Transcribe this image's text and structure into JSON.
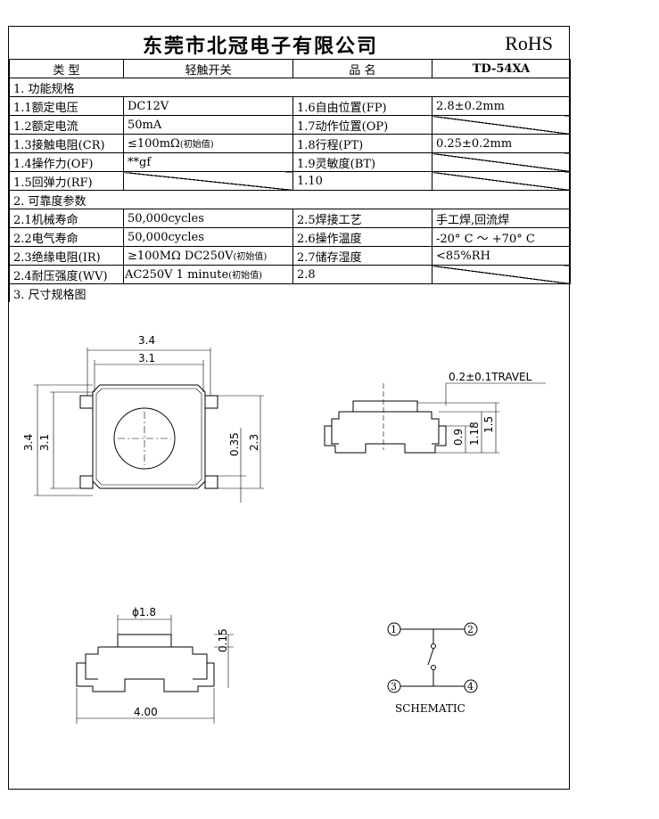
{
  "header": {
    "company": "东莞市北冠电子有限公司",
    "rohs": "RoHS"
  },
  "type_row": {
    "type_label": "类  型",
    "type_value": "轻触开关",
    "name_label": "品  名",
    "name_value": "TD-54XA"
  },
  "sections": {
    "s1": "1. 功能规格",
    "s2": "2. 可靠度参数",
    "s3": "3. 尺寸规格图"
  },
  "spec_rows": [
    {
      "l_label": "1.1额定电压",
      "l_value": "DC12V",
      "r_label": "1.6自由位置(FP)",
      "r_value": "2.8±0.2mm"
    },
    {
      "l_label": "1.2额定电流",
      "l_value": "50mA",
      "r_label": "1.7动作位置(OP)",
      "r_value": ""
    },
    {
      "l_label": "1.3接触电阻(CR)",
      "l_value": "≤100mΩ",
      "l_note": "(初始值)",
      "r_label": "1.8行程(PT)",
      "r_value": "0.25±0.2mm"
    },
    {
      "l_label": "1.4操作力(OF)",
      "l_value": "**gf",
      "r_label": "1.9灵敏度(BT)",
      "r_value": ""
    },
    {
      "l_label": "1.5回弹力(RF)",
      "l_value": "",
      "r_label": "1.10",
      "r_value": ""
    }
  ],
  "rel_rows": [
    {
      "l_label": "2.1机械寿命",
      "l_value": "50,000cycles",
      "r_label": "2.5焊接工艺",
      "r_value": "手工焊,回流焊"
    },
    {
      "l_label": "2.2电气寿命",
      "l_value": "50,000cycles",
      "r_label": "2.6操作温度",
      "r_value": "-20° C ～ +70° C"
    },
    {
      "l_label": "2.3绝缘电阻(IR)",
      "l_value": "≥100MΩ  DC250V",
      "l_note": "(初始值)",
      "r_label": "2.7储存湿度",
      "r_value": "<85%RH"
    },
    {
      "l_label": "2.4耐压强度(WV)",
      "l_value": "AC250V 1 minute",
      "l_note": "(初始值)",
      "r_label": "2.8",
      "r_value": ""
    }
  ],
  "drawing": {
    "dim_34_top": "3.4",
    "dim_31_top": "3.1",
    "dim_34_left": "3.4",
    "dim_31_left": "3.1",
    "dim_035": "0.35",
    "dim_23": "2.3",
    "travel": "0.2±0.1TRAVEL",
    "dim_09": "0.9",
    "dim_118": "1.18",
    "dim_15": "1.5",
    "dim_phi18": "ϕ1.8",
    "dim_015": "0.15",
    "dim_400": "4.00",
    "schematic_label": "SCHEMATIC",
    "pin1": "1",
    "pin2": "2",
    "pin3": "3",
    "pin4": "4"
  }
}
